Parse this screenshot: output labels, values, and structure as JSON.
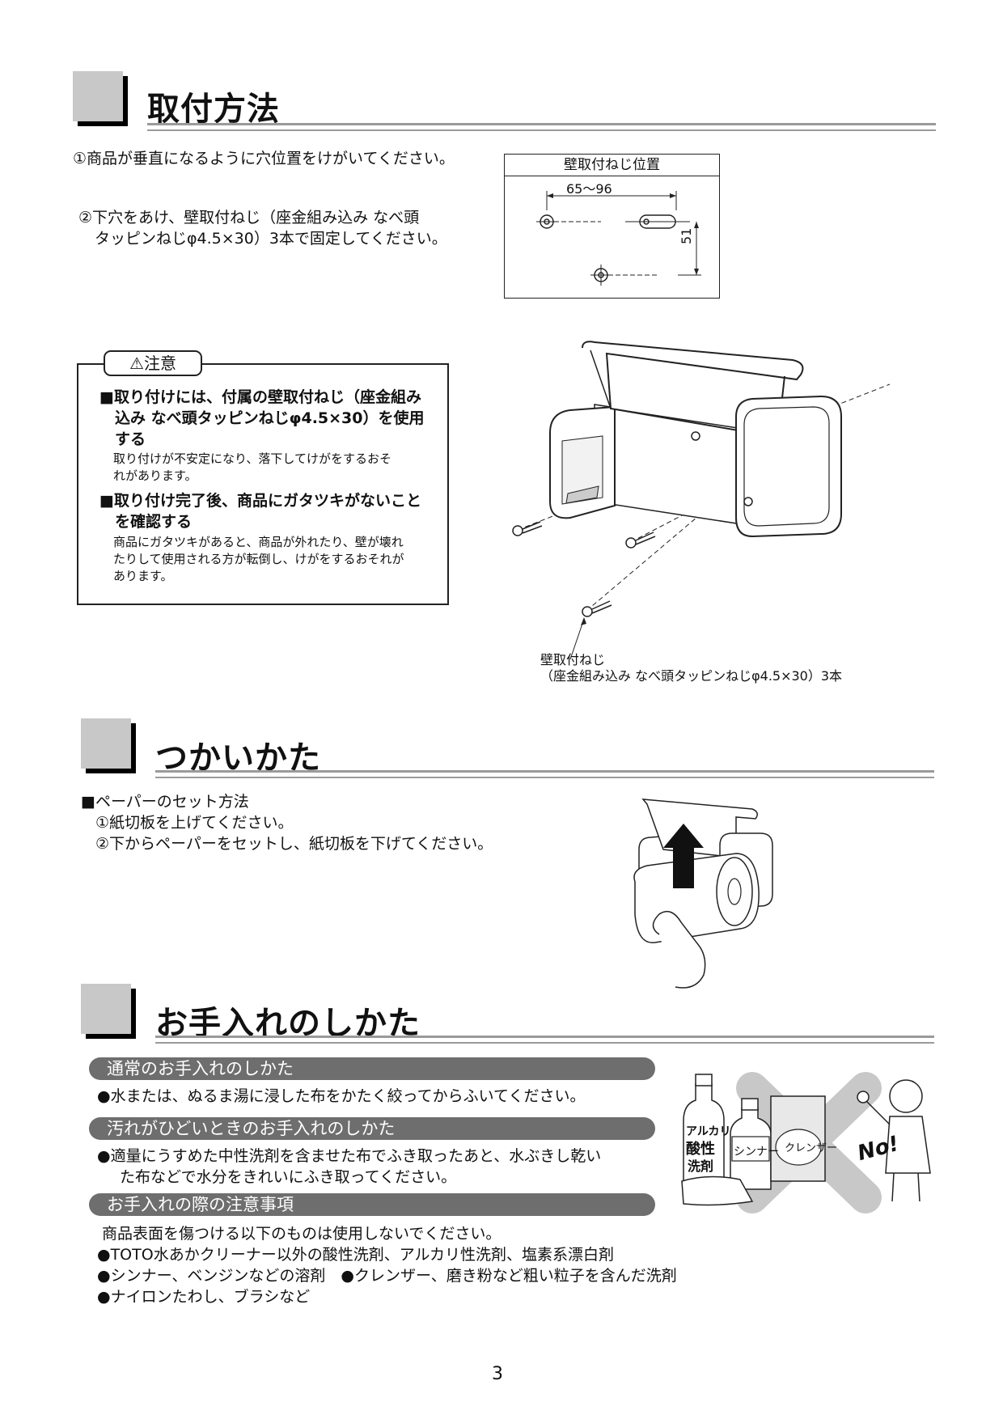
{
  "mounting": {
    "title": "取付方法",
    "step1": "①商品が垂直になるように穴位置をけがいてください。",
    "step2_line1": "②下穴をあけ、壁取付ねじ（座金組み込み なべ頭",
    "step2_line2": "タッピンねじφ4.5×30）3本で固定してください。",
    "diagram": {
      "title": "壁取付ねじ位置",
      "dim_horizontal": "65～96",
      "dim_vertical": "51"
    },
    "caution": {
      "tab_label": "注意",
      "item1_head_line1": "■取り付けには、付属の壁取付ねじ（座金組み",
      "item1_head_line2": "込み なべ頭タッピンねじφ4.5×30）を使用",
      "item1_head_line3": "する",
      "item1_note_line1": "取り付けが不安定になり、落下してけがをするおそ",
      "item1_note_line2": "れがあります。",
      "item2_head_line1": "■取り付け完了後、商品にガタツキがないこと",
      "item2_head_line2": "を確認する",
      "item2_note_line1": "商品にガタツキがあると、商品が外れたり、壁が壊れ",
      "item2_note_line2": "たりして使用される方が転倒し、けがをするおそれが",
      "item2_note_line3": "あります。"
    },
    "screw_caption_line1": "壁取付ねじ",
    "screw_caption_line2": "（座金組み込み なべ頭タッピンねじφ4.5×30）3本"
  },
  "usage": {
    "title": "つかいかた",
    "subheading": "■ペーパーのセット方法",
    "step1": "①紙切板を上げてください。",
    "step2": "②下からペーパーをセットし、紙切板を下げてください。"
  },
  "care": {
    "title": "お手入れのしかた",
    "normal_label": "通常のお手入れのしかた",
    "normal_text": "●水または、ぬるま湯に浸した布をかたく絞ってからふいてください。",
    "dirty_label": "汚れがひどいときのお手入れのしかた",
    "dirty_text_line1": "●適量にうすめた中性洗剤を含ませた布でふき取ったあと、水ぶきし乾い",
    "dirty_text_line2": "た布などで水分をきれいにふき取ってください。",
    "notes_label": "お手入れの際の注意事項",
    "notes_intro": "商品表面を傷つける以下のものは使用しないでください。",
    "notes_item1": "●TOTO水あかクリーナー以外の酸性洗剤、アルカリ性洗剤、塩素系漂白剤",
    "notes_item2": "●シンナー、ベンジンなどの溶剤　●クレンザー、磨き粉など粗い粒子を含んだ洗剤",
    "notes_item3": "●ナイロンたわし、ブラシなど",
    "illus_labels": {
      "alkali_line1": "アルカリ",
      "alkali_line2": "酸性",
      "alkali_line3": "洗剤",
      "thinner": "シンナー",
      "cleanser": "クレンザー",
      "no": "No!"
    }
  },
  "page_number": "3"
}
